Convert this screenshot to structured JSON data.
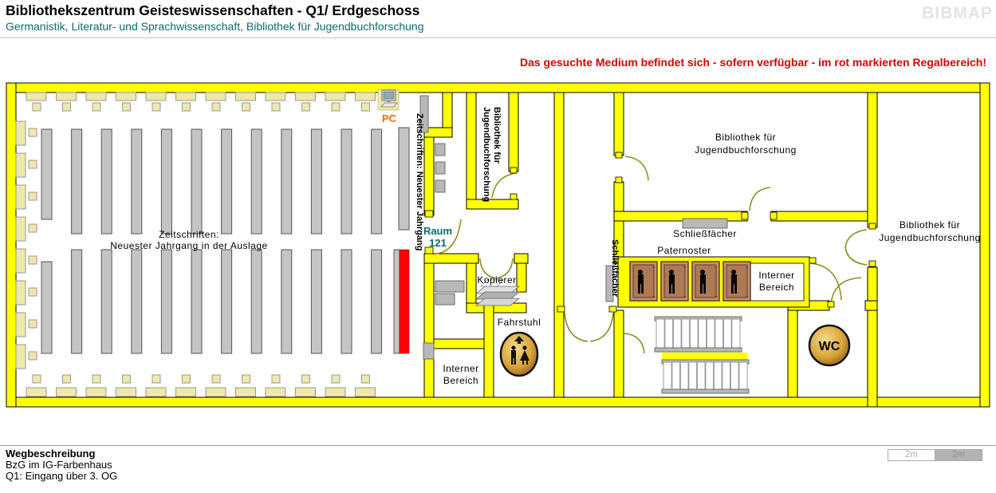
{
  "header": {
    "title": "Bibliothekszentrum Geisteswissenschaften - Q1/ Erdgeschoss",
    "subtitle": "Germanistik, Literatur- und Sprachwissenschaft, Bibliothek für Jugendbuchforschung",
    "logo": "BIBMAP"
  },
  "notice": {
    "text": "Das gesuchte Medium befindet sich - sofern verfügbar -  im rot markierten Regalbereich!"
  },
  "map": {
    "labels": {
      "pc": "PC",
      "zeitschriften_vertical": "Zeitschriften: Neuester Jahrgang",
      "zeitschriften_line1": "Zeitschriften:",
      "zeitschriften_line2": "Neuester Jahrgang in der Auslage",
      "raum_line1": "Raum",
      "raum_line2": "121",
      "bibliothek_line1": "Bibliothek für",
      "bibliothek_line2": "Jugendbuchforschung",
      "schliessfaecher": "Schließfächer",
      "paternoster": "Paternoster",
      "interner_line1": "Interner",
      "interner_line2": "Bereich",
      "kopierer": "Kopierer",
      "fahrstuhl": "Fahrstuhl",
      "wc": "WC",
      "arrow_up": "↑",
      "arrow_down": "↓"
    },
    "colors": {
      "wall_yellow": "#FFFF00",
      "highlight_red": "#FF0000",
      "shelf_gray": "#C4C4C4",
      "furniture_khaki": "#EEE8AA",
      "door_olive": "#8F8F20",
      "cabin_brown": "#C29272",
      "accent_teal": "#0B6B6B",
      "notice_red": "#DD0000",
      "pc_orange": "#FF6600",
      "logo_gray": "#E3E3E3"
    }
  },
  "footer": {
    "heading": "Wegbeschreibung",
    "line1": "BzG im IG-Farbenhaus",
    "line2": "Q1: Eingang über 3. OG"
  },
  "scalebar": {
    "left": "2m",
    "right": "2m"
  }
}
